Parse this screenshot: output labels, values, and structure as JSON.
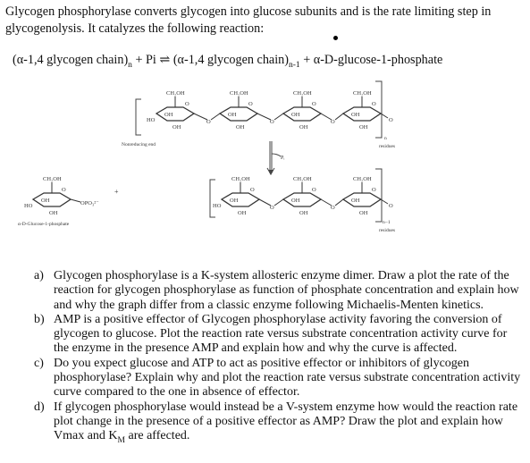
{
  "intro": {
    "text": "Glycogen phosphorylase converts glycogen into glucose subunits and is the rate limiting step in glycogenolysis. It catalyzes the following reaction:"
  },
  "reaction": {
    "lhs_a": "(α-1,4 glycogen chain)",
    "lhs_sub": "n",
    "lhs_b": " + Pi ⇌ (α-1,4 glycogen chain)",
    "rhs_sub": "n-1",
    "rhs_b": " + α-D-glucose-1-phosphate"
  },
  "figure": {
    "ch2oh": "CH₂OH",
    "oh": "OH",
    "ho": "HO",
    "o": "O",
    "plus": "+",
    "opo3": "OPO₃²⁻",
    "pi_label": "Pᵢ",
    "nonreducing_end": "Nonreducing end",
    "product_label": "α-D-Glucose-1-phosphate",
    "n": "n",
    "n_minus_1": "n−1",
    "residues": "residues"
  },
  "questions": [
    {
      "label": "a)",
      "text": "Glycogen phosphorylase is a K-system allosteric enzyme dimer. Draw a plot the rate of the reaction for glycogen phosphorylase as function of phosphate concentration and explain how and why the graph differ from a classic enzyme following Michaelis-Menten kinetics."
    },
    {
      "label": "b)",
      "text": "AMP is a positive effector of Glycogen phosphorylase activity favoring the conversion of glycogen to glucose. Plot the reaction rate versus substrate concentration activity curve for the enzyme in the presence AMP and explain how and why the curve is affected."
    },
    {
      "label": "c)",
      "text": "Do you expect glucose and ATP to act as positive effector or inhibitors of glycogen phosphorylase? Explain why and plot the reaction rate versus substrate concentration activity curve compared to the one in absence of effector."
    },
    {
      "label": "d)",
      "text_a": "If glycogen phosphorylase would instead be a V-system enzyme how would the reaction rate plot change in the presence of a positive effector as AMP? Draw the plot and explain how Vmax and K",
      "text_sub": "M",
      "text_b": " are affected."
    }
  ]
}
